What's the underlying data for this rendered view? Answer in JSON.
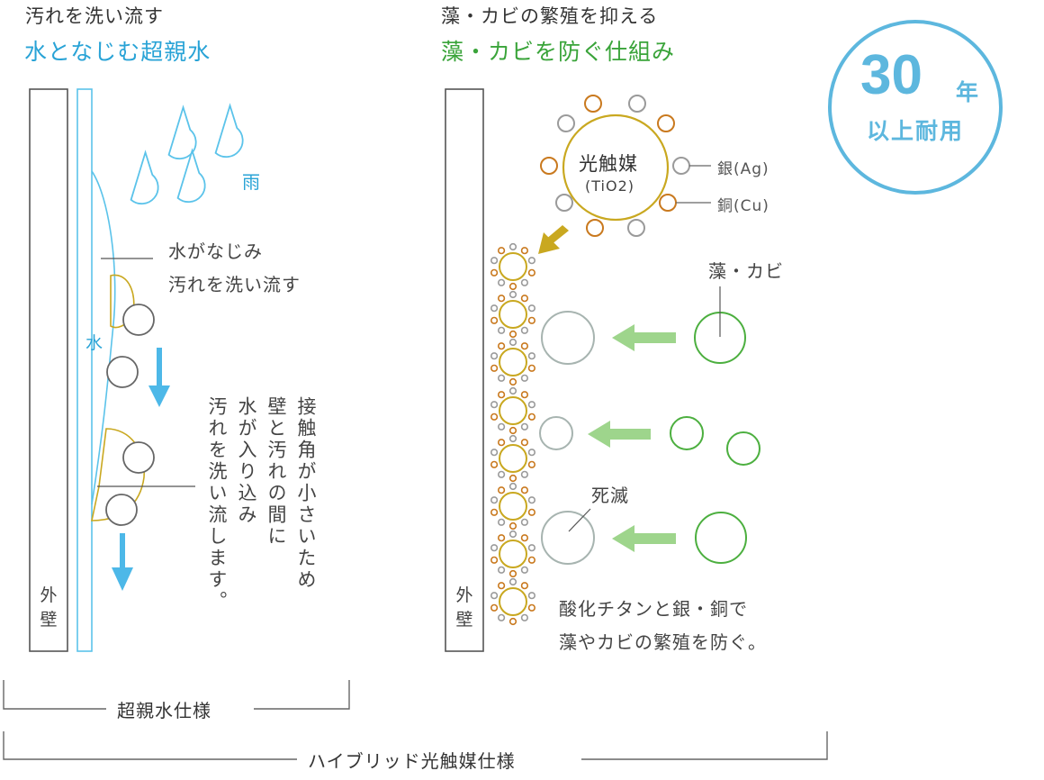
{
  "left": {
    "heading": "汚れを洗い流す",
    "title": "水となじむ超親水",
    "rain_label": "雨",
    "water_label": "水",
    "callout": [
      "水がなじみ",
      "汚れを洗い流す"
    ],
    "vertical_note": [
      "接触角が小さいため",
      "壁と汚れの間に",
      "水が入り込み",
      "汚れを洗い流します。"
    ],
    "wall_label": [
      "外",
      "壁"
    ]
  },
  "right": {
    "heading": "藻・カビの繁殖を抑える",
    "title": "藻・カビを防ぐ仕組み",
    "catalyst_label": "光触媒",
    "catalyst_formula": "(TiO2)",
    "silver_label": "銀(Ag)",
    "copper_label": "銅(Cu)",
    "algae_label": "藻・カビ",
    "dead_label": "死滅",
    "bottom_note": [
      "酸化チタンと銀・銅で",
      "藻やカビの繁殖を防ぐ。"
    ],
    "wall_label": [
      "外",
      "壁"
    ]
  },
  "badge": {
    "number": "30",
    "unit": "年",
    "sub": "以上耐用"
  },
  "brackets": {
    "inner": "超親水仕様",
    "outer": "ハイブリッド光触媒仕様"
  },
  "colors": {
    "water_blue": "#5bc3ea",
    "arrow_blue": "#4db8e8",
    "gold": "#c9a820",
    "copper": "#c9791e",
    "silver": "#9a9a9a",
    "green": "#4caf3f",
    "light_green": "#9ed58c",
    "gray_circle": "#a7b4b0"
  }
}
